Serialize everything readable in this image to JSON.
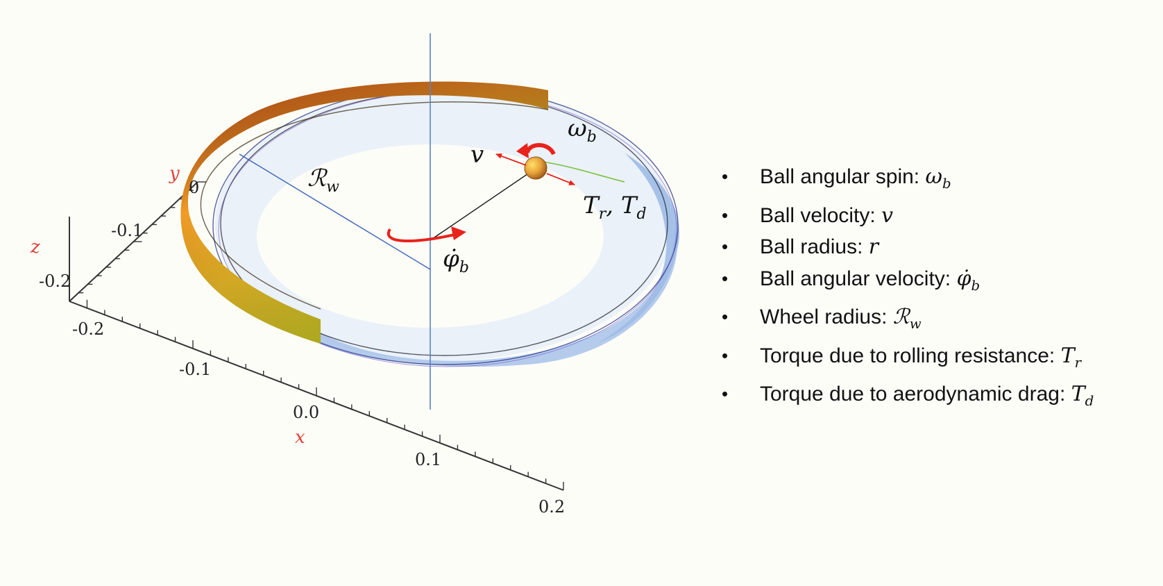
{
  "axes": {
    "x": {
      "label": "x",
      "ticks": [
        "-0.2",
        "-0.1",
        "0.0",
        "0.1",
        "0.2"
      ]
    },
    "y": {
      "label": "y",
      "tick0": "0",
      "ticks": [
        "-0.1",
        "-0.2"
      ]
    },
    "z": {
      "label": "z"
    },
    "label_color": "#e0443c"
  },
  "annotations": {
    "omega": {
      "base": "ω",
      "sub": "b"
    },
    "velocity": {
      "base": "v"
    },
    "wheel_radius": {
      "base": "ℛ",
      "sub": "w"
    },
    "torque_r": {
      "base": "T",
      "sub": "r"
    },
    "torque_sep": ", ",
    "torque_d": {
      "base": "T",
      "sub": "d"
    },
    "phi_dot": {
      "base": "φ̇",
      "sub": "b"
    }
  },
  "legend": [
    {
      "text": "Ball angular spin: ",
      "sym": "ω",
      "sub": "b"
    },
    {
      "text": "Ball velocity: ",
      "sym": "v",
      "sub": ""
    },
    {
      "text": "Ball radius: ",
      "sym": "r",
      "sub": ""
    },
    {
      "text": "Ball angular velocity: ",
      "sym": "φ̇",
      "sub": "b"
    },
    {
      "text": "Wheel radius: ",
      "sym": "ℛ",
      "sub": "w"
    },
    {
      "text": "Torque due to rolling resistance: ",
      "sym": "T",
      "sub": "r"
    },
    {
      "text": "Torque due to aerodynamic drag: ",
      "sym": "T",
      "sub": "d"
    }
  ],
  "colors": {
    "arrow_red": "#e8231c",
    "axis_line": "#5b82c8",
    "wheel_blue": "#a8c2ea",
    "wheel_warm_start": "#c03a18",
    "wheel_warm_mid": "#f2b21e",
    "wheel_warm_end": "#a6d22a"
  }
}
